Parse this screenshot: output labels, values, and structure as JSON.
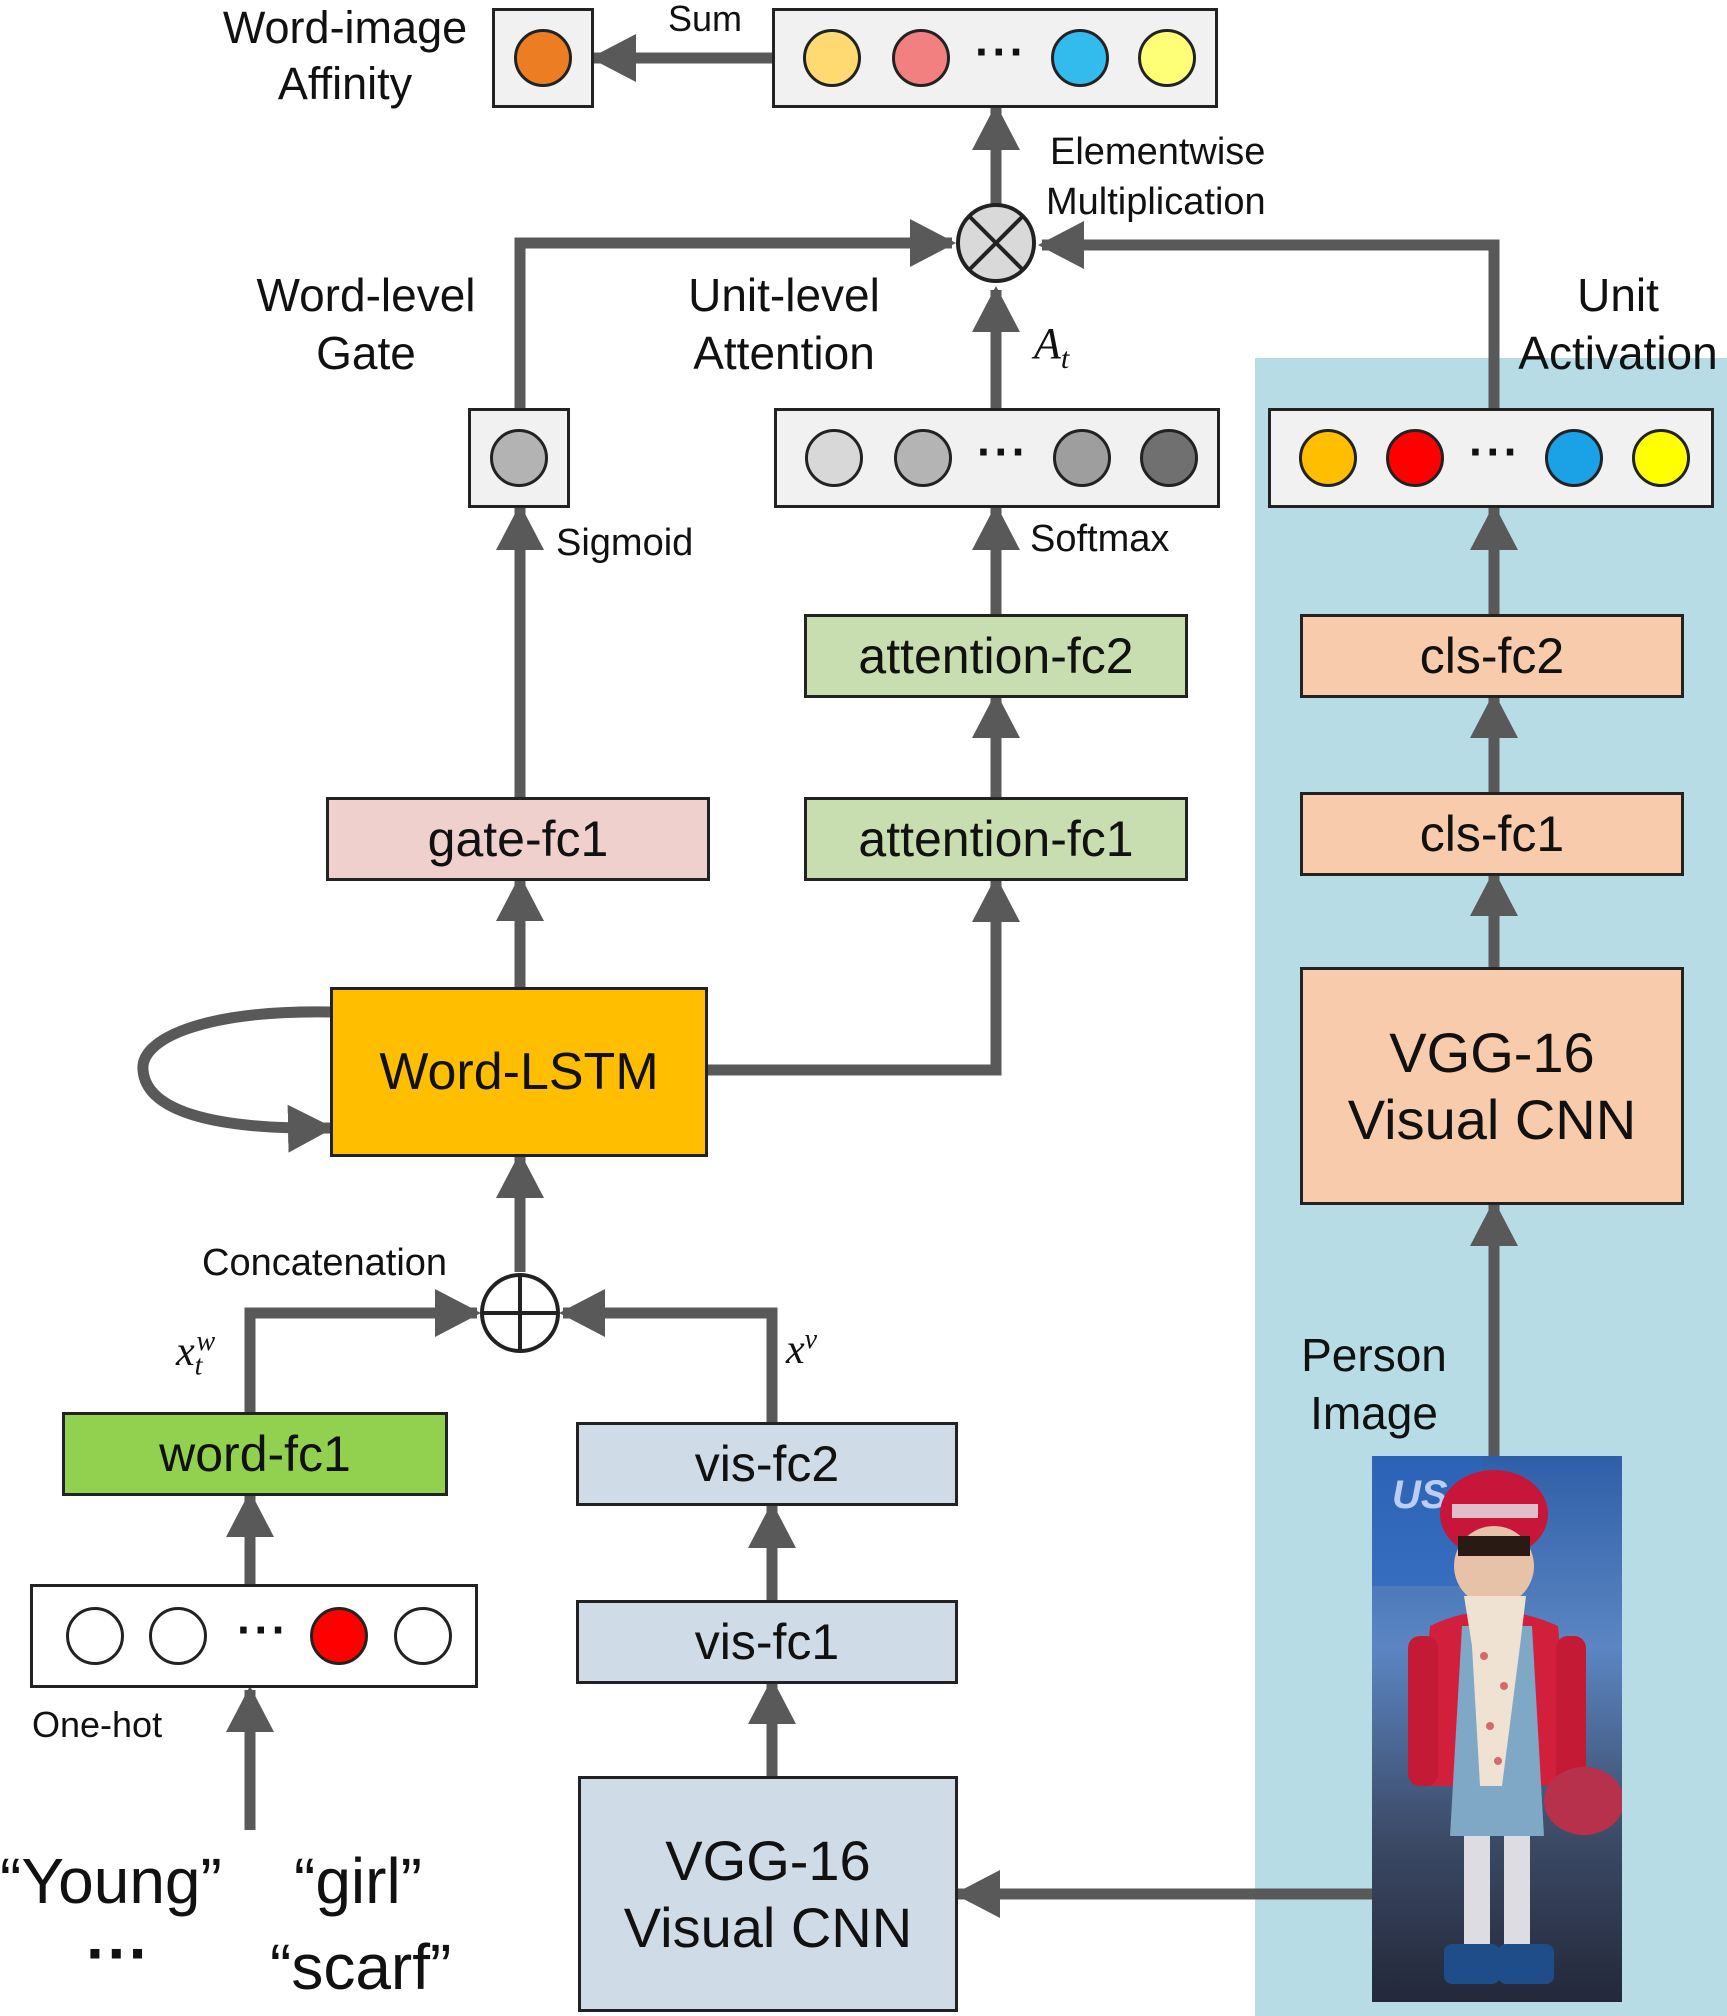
{
  "labels": {
    "word_image_affinity": [
      "Word-image",
      "Affinity"
    ],
    "sum": "Sum",
    "elementwise_multiplication": [
      "Elementwise",
      "Multiplication"
    ],
    "word_level_gate": [
      "Word-level",
      "Gate"
    ],
    "unit_level_attention": [
      "Unit-level",
      "Attention"
    ],
    "unit_activation": [
      "Unit",
      "Activation"
    ],
    "a_t": "A",
    "a_t_sub": "t",
    "sigmoid": "Sigmoid",
    "softmax": "Softmax",
    "concatenation": "Concatenation",
    "x_t_w": "x",
    "x_t_w_sub": "t",
    "x_t_w_sup": "w",
    "x_v": "x",
    "x_v_sup": "v",
    "one_hot": "One-hot",
    "person_image": [
      "Person",
      "Image"
    ],
    "words": [
      "“Young”",
      "“girl”",
      "“scarf”"
    ],
    "words_ellipsis": "···",
    "vector_ellipsis": "···"
  },
  "boxes": {
    "gate_fc1": "gate-fc1",
    "attention_fc2": "attention-fc2",
    "attention_fc1": "attention-fc1",
    "cls_fc2": "cls-fc2",
    "cls_fc1": "cls-fc1",
    "vgg_right": [
      "VGG-16",
      "Visual CNN"
    ],
    "word_lstm": "Word-LSTM",
    "word_fc1": "word-fc1",
    "vis_fc2": "vis-fc2",
    "vis_fc1": "vis-fc1",
    "vgg_bottom": [
      "VGG-16",
      "Visual CNN"
    ]
  },
  "colors": {
    "arrow": "#595959",
    "panel": "#b8dce6",
    "gate_fc": "#f0d0cd",
    "attention_fc": "#c9deb0",
    "cls_fc": "#f8cbad",
    "word_lstm": "#ffbf00",
    "word_fc": "#92d050",
    "vis_fc": "#d0dbe8",
    "affinity_dot": "#ed7d22",
    "sum_dots": [
      "#ffd972",
      "#f28080",
      "#33bbee",
      "#ffff77"
    ],
    "gate_dot": "#b3b3b3",
    "attention_dots": [
      "#d8d8d8",
      "#b4b4b4",
      "#9e9e9e",
      "#707070"
    ],
    "activation_dots": [
      "#ffbf00",
      "#ff0000",
      "#1aa1e6",
      "#ffff00"
    ],
    "onehot_dots": [
      "#ffffff",
      "#ffffff",
      "#ff0000",
      "#ffffff"
    ]
  }
}
